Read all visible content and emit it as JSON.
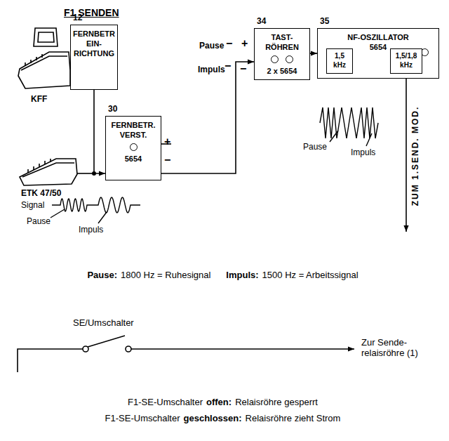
{
  "diagram": {
    "title": "F1 SENDEN",
    "nodes": [
      {
        "text": [
          "12",
          "FERNBETR EIN- RICHTUNG"
        ]
      },
      {
        "text": [
          "30",
          "FERNBETR. VERST.",
          "5654"
        ]
      },
      {
        "text": [
          "34",
          "TAST- RÖHREN",
          "2 x 5654"
        ]
      },
      {
        "text": [
          "35",
          "NF-OSZILLATOR",
          "5654"
        ]
      },
      {
        "text": [
          "1,5 kHz"
        ],
        "in": 3
      },
      {
        "text": [
          "1,5/1,8 kHz"
        ],
        "in": 3
      }
    ],
    "edges": [
      {
        "from": 0,
        "to": 1,
        "arrow": "to"
      },
      {
        "from": 1,
        "to": 2,
        "arrow": "to"
      },
      {
        "from": 2,
        "to": 3,
        "arrow": "to"
      }
    ],
    "labels": [
      "KFF",
      "ETK 47/50",
      "Signal",
      "Pause",
      "Impuls",
      "+",
      "−",
      "Pause",
      "−",
      "+",
      "Impuls",
      "−",
      "−",
      "Pause",
      "Impuls",
      "ZUM 1.SEND. MOD.",
      "Pause:",
      "1800 Hz = Ruhesignal",
      "Impuls:",
      "1500 Hz = Arbeitssignal",
      "SE/Umschalter",
      "Zur Sende- relaisröhre (1)",
      "F1-SE-Umschalter",
      "offen:",
      "Relaisröhre gesperrt",
      "F1-SE-Umschalter",
      "geschlossen:",
      "Relaisröhre zieht Strom"
    ]
  }
}
